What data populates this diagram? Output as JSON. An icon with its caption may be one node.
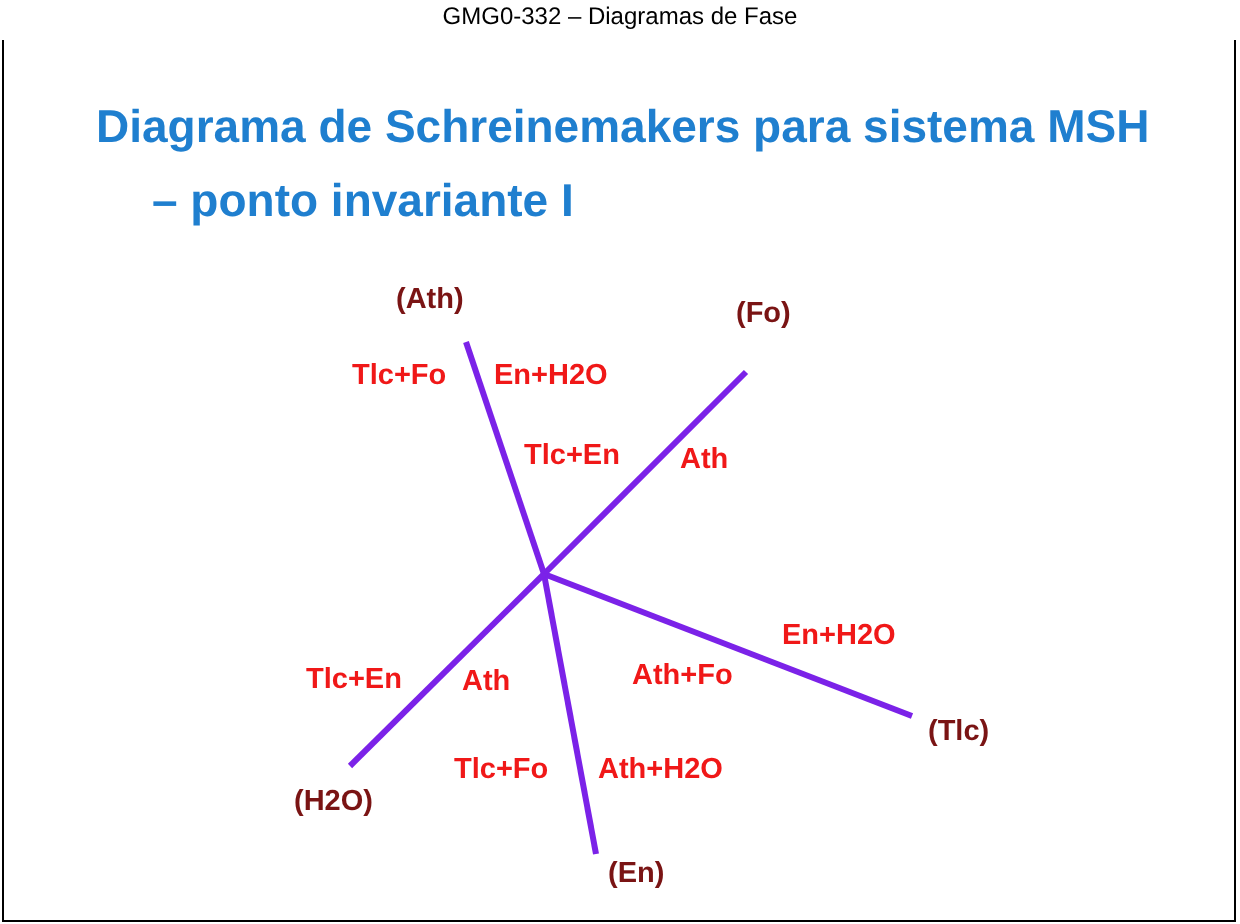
{
  "diagram": {
    "title": "Diagrama de Schreinemakers para sistema MSH – ponto invariante I",
    "nodes": [
      {
        "text": [
          "(Ath)"
        ]
      },
      {
        "text": [
          "(Fo)"
        ]
      },
      {
        "text": [
          "(Tlc)"
        ]
      },
      {
        "text": [
          "(En)"
        ]
      },
      {
        "text": [
          "(H2O)"
        ]
      }
    ],
    "edges": [
      {
        "from": null,
        "to": 0,
        "arrow": "none"
      },
      {
        "from": null,
        "to": 1,
        "arrow": "none"
      },
      {
        "from": null,
        "to": 2,
        "arrow": "none"
      },
      {
        "from": null,
        "to": 3,
        "arrow": "none"
      },
      {
        "from": null,
        "to": 4,
        "arrow": "none"
      }
    ],
    "labels": [
      "GMG0-332 – Diagramas de Fase",
      "Tlc+Fo",
      "En+H2O",
      "Tlc+En",
      "Ath",
      "En+H2O",
      "Tlc+En",
      "Ath",
      "Ath+Fo",
      "Tlc+Fo",
      "Ath+H2O"
    ]
  }
}
